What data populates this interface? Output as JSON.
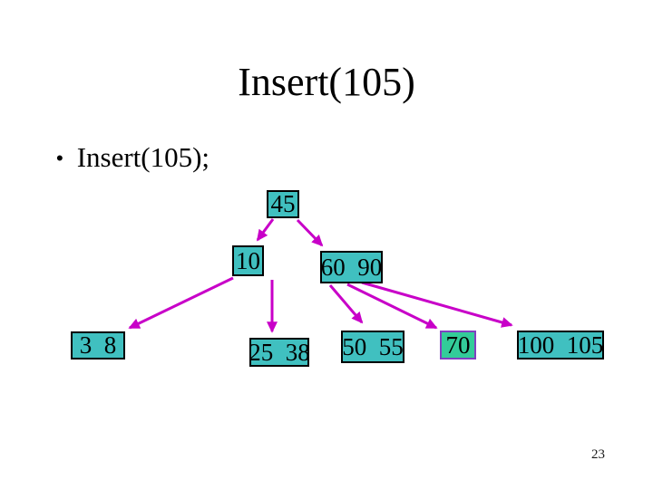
{
  "slide": {
    "title": "Insert(105)",
    "bullet_glyph": "•",
    "bullet_text": "Insert(105);",
    "page_number": "23"
  },
  "colors": {
    "node_fill": "#40C0C0",
    "node_border": "#000000",
    "highlight_fill": "#33CC99",
    "highlight_border": "#8040C0",
    "arrow": "#C800C8"
  },
  "tree": {
    "type": "b-tree",
    "nodes": [
      {
        "id": "root",
        "label": "45",
        "level": 0,
        "highlighted": false
      },
      {
        "id": "n10",
        "label": "10",
        "level": 1,
        "highlighted": false
      },
      {
        "id": "n60-90",
        "label": "60  90",
        "level": 1,
        "highlighted": false
      },
      {
        "id": "n3-8",
        "label": "3  8",
        "level": 2,
        "highlighted": false
      },
      {
        "id": "n25-38",
        "label": "25  38",
        "level": 2,
        "highlighted": false
      },
      {
        "id": "n50-55",
        "label": "50  55",
        "level": 2,
        "highlighted": false
      },
      {
        "id": "n70",
        "label": "70",
        "level": 2,
        "highlighted": true
      },
      {
        "id": "n100-105",
        "label": "100  105",
        "level": 2,
        "highlighted": false
      }
    ],
    "edges": [
      {
        "from": "root",
        "to": "n10"
      },
      {
        "from": "root",
        "to": "n60-90"
      },
      {
        "from": "n10",
        "to": "n3-8"
      },
      {
        "from": "n10",
        "to": "n25-38"
      },
      {
        "from": "n60-90",
        "to": "n50-55"
      },
      {
        "from": "n60-90",
        "to": "n70"
      },
      {
        "from": "n60-90",
        "to": "n100-105"
      }
    ]
  }
}
